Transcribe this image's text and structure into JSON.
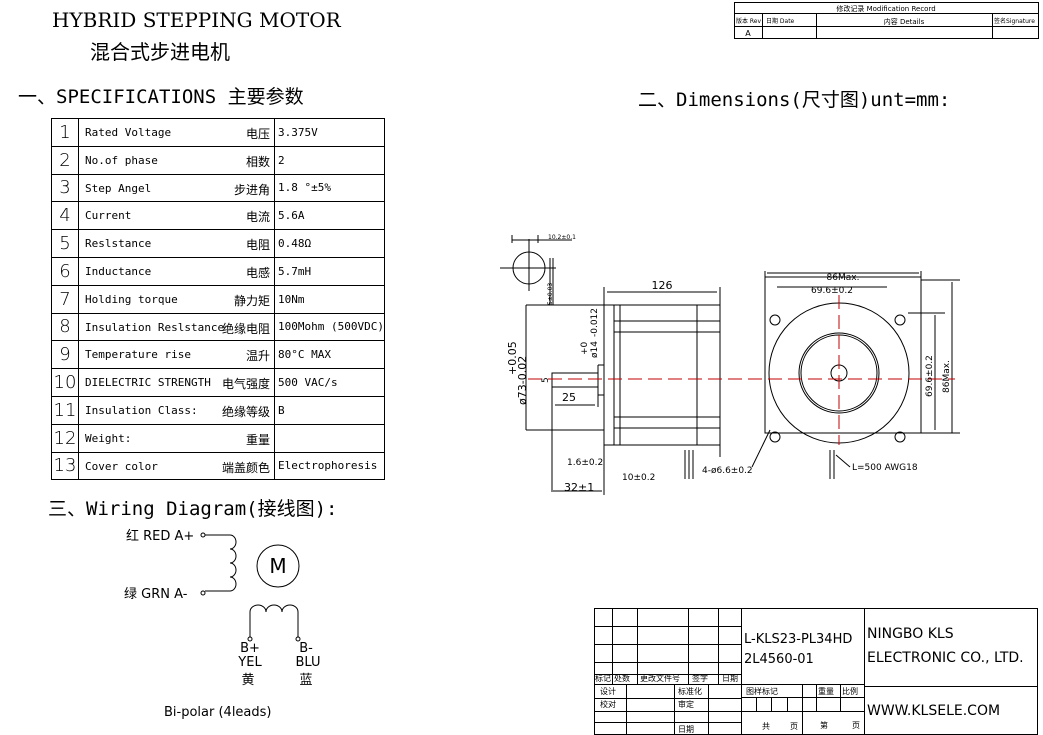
{
  "header": {
    "title_en": "HYBRID STEPPING MOTOR",
    "title_cn": "混合式步进电机"
  },
  "modification_record": {
    "title": "修改记录 Modification Record",
    "cols": [
      "版本 Rev",
      "日期 Date",
      "内容 Details",
      "签名Signature"
    ],
    "rev": "A"
  },
  "specs": {
    "heading": "一、SPECIFICATIONS 主要参数",
    "rows": [
      {
        "n": "1",
        "en": "Rated Voltage",
        "cn": "电压",
        "value": "3.375V"
      },
      {
        "n": "2",
        "en": "No.of phase",
        "cn": "相数",
        "value": "2"
      },
      {
        "n": "3",
        "en": "Step Angel",
        "cn": "步进角",
        "value": "1.8 °±5%"
      },
      {
        "n": "4",
        "en": "Current",
        "cn": "电流",
        "value": "5.6A"
      },
      {
        "n": "5",
        "en": "Reslstance",
        "cn": "电阻",
        "value": "0.48Ω"
      },
      {
        "n": "6",
        "en": "Inductance",
        "cn": "电感",
        "value": "5.7mH"
      },
      {
        "n": "7",
        "en": "Holding torque",
        "cn": "静力矩",
        "value": "10Nm"
      },
      {
        "n": "8",
        "en": "Insulation Reslstance",
        "cn": "绝缘电阻",
        "value": "100Mohm (500VDC)"
      },
      {
        "n": "9",
        "en": "Temperature rise",
        "cn": "温升",
        "value": "80°C MAX"
      },
      {
        "n": "10",
        "en": "DIELECTRIC STRENGTH",
        "cn": "电气强度",
        "value": "500 VAC/s"
      },
      {
        "n": "11",
        "en": "Insulation Class:",
        "cn": "绝缘等级",
        "value": "B"
      },
      {
        "n": "12",
        "en": "Weight:",
        "cn": "重量",
        "value": ""
      },
      {
        "n": "13",
        "en": "Cover color",
        "cn": "端盖颜色",
        "value": "Electrophoresis"
      }
    ]
  },
  "dimensions": {
    "heading": "二、Dimensions(尺寸图)unt=mm:",
    "key_width": "10.2±0.1",
    "key_depth": "5±0.03",
    "length": "126",
    "shaft_dia_tol_top": "+0",
    "shaft_dia_tol_bot": "-0.012",
    "shaft_dia": "ø14",
    "pilot_tol_top": "+0.05",
    "pilot": "ø73-0.02",
    "flat": "5",
    "shaft_len": "25",
    "flange_thk": "1.6±0.2",
    "boss": "10±0.2",
    "ext": "32±1",
    "holes": "4-ø6.6±0.2",
    "width_max": "86Max.",
    "hole_pitch": "69.6±0.2",
    "height_pitch": "69.6±0.2",
    "height_max": "86Max.",
    "lead": "L=500  AWG18"
  },
  "wiring": {
    "heading": "三、Wiring Diagram(接线图):",
    "red": "红 RED A+",
    "grn": "绿 GRN A-",
    "motor": "M",
    "bplus": "B+",
    "yel": "YEL",
    "yel_cn": "黄",
    "bminus": "B-",
    "blu": "BLU",
    "blu_cn": "蓝",
    "caption": "Bi-polar (4leads)"
  },
  "title_block": {
    "part": "L-KLS23-PL34HD",
    "code": "2L4560-01",
    "company1": "NINGBO KLS",
    "company2": "ELECTRONIC CO., LTD.",
    "website": "WWW.KLSELE.COM",
    "labels": [
      "标记",
      "处数",
      "更改文件号",
      "签字",
      "日期"
    ],
    "design": "设计",
    "std": "标准化",
    "check": "校对",
    "audit": "审定",
    "date": "日期",
    "drawing_mark": "图样标记",
    "weight": "重量",
    "scale": "比例",
    "total": "共",
    "page": "页",
    "sheet": "第",
    "page2": "页"
  },
  "colors": {
    "centerline": "#c00000"
  }
}
